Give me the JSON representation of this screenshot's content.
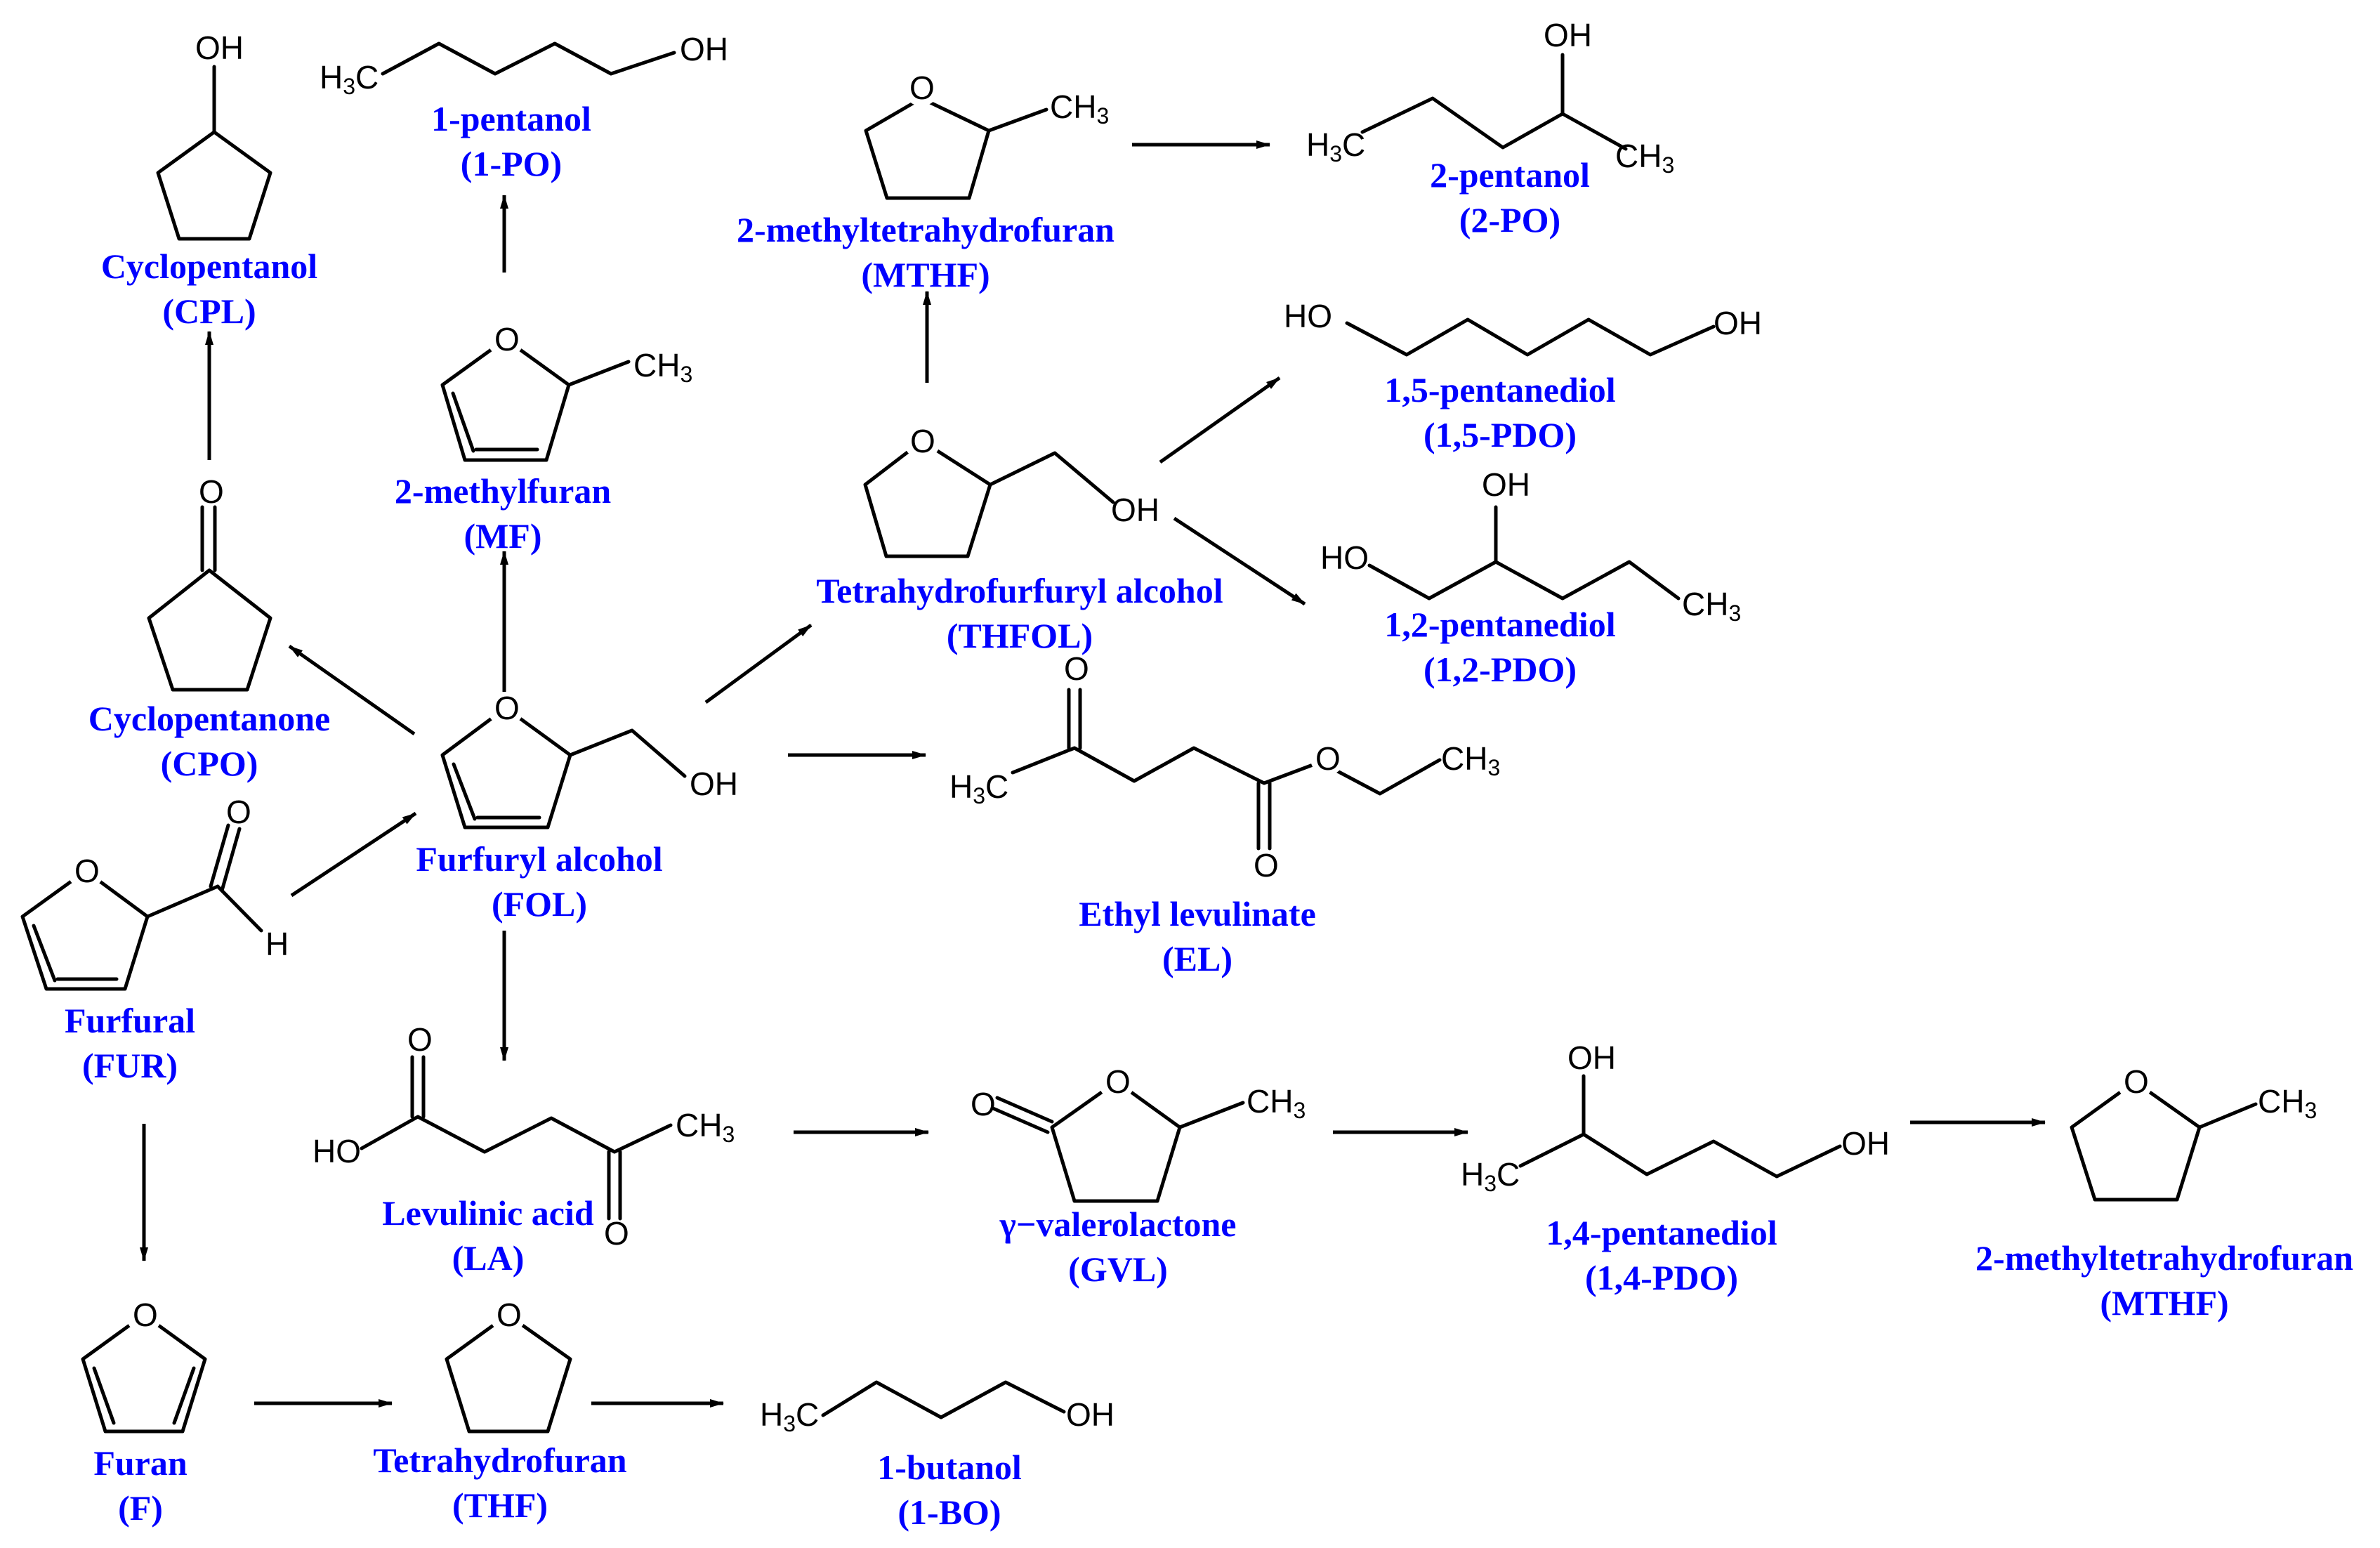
{
  "colors": {
    "label": "#0000FF",
    "structure": "#000000"
  },
  "atoms": {
    "oh": "OH",
    "ho": "HO",
    "o": "O",
    "h": "H",
    "h3c": "H3C",
    "ch3": "CH3"
  },
  "compounds": {
    "cpl": {
      "name": "Cyclopentanol",
      "abbr": "(CPL)"
    },
    "po1": {
      "name": "1-pentanol",
      "abbr": "(1-PO)"
    },
    "mthf_a": {
      "name": "2-methyltetrahydrofuran",
      "abbr": "(MTHF)"
    },
    "po2": {
      "name": "2-pentanol",
      "abbr": "(2-PO)"
    },
    "mf": {
      "name": "2-methylfuran",
      "abbr": "(MF)"
    },
    "pdo15": {
      "name": "1,5-pentanediol",
      "abbr": "(1,5-PDO)"
    },
    "pdo12": {
      "name": "1,2-pentanediol",
      "abbr": "(1,2-PDO)"
    },
    "thfol": {
      "name": "Tetrahydrofurfuryl alcohol",
      "abbr": "(THFOL)"
    },
    "cpo": {
      "name": "Cyclopentanone",
      "abbr": "(CPO)"
    },
    "fol": {
      "name": "Furfuryl alcohol",
      "abbr": "(FOL)"
    },
    "el": {
      "name": "Ethyl levulinate",
      "abbr": "(EL)"
    },
    "fur": {
      "name": "Furfural",
      "abbr": "(FUR)"
    },
    "la": {
      "name": "Levulinic acid",
      "abbr": "(LA)"
    },
    "gvl": {
      "name": "γ−valerolactone",
      "abbr": "(GVL)"
    },
    "pdo14": {
      "name": "1,4-pentanediol",
      "abbr": "(1,4-PDO)"
    },
    "mthf_b": {
      "name": "2-methyltetrahydrofuran",
      "abbr": "(MTHF)"
    },
    "f": {
      "name": "Furan",
      "abbr": "(F)"
    },
    "thf": {
      "name": "Tetrahydrofuran",
      "abbr": "(THF)"
    },
    "bo1": {
      "name": "1-butanol",
      "abbr": "(1-BO)"
    }
  }
}
